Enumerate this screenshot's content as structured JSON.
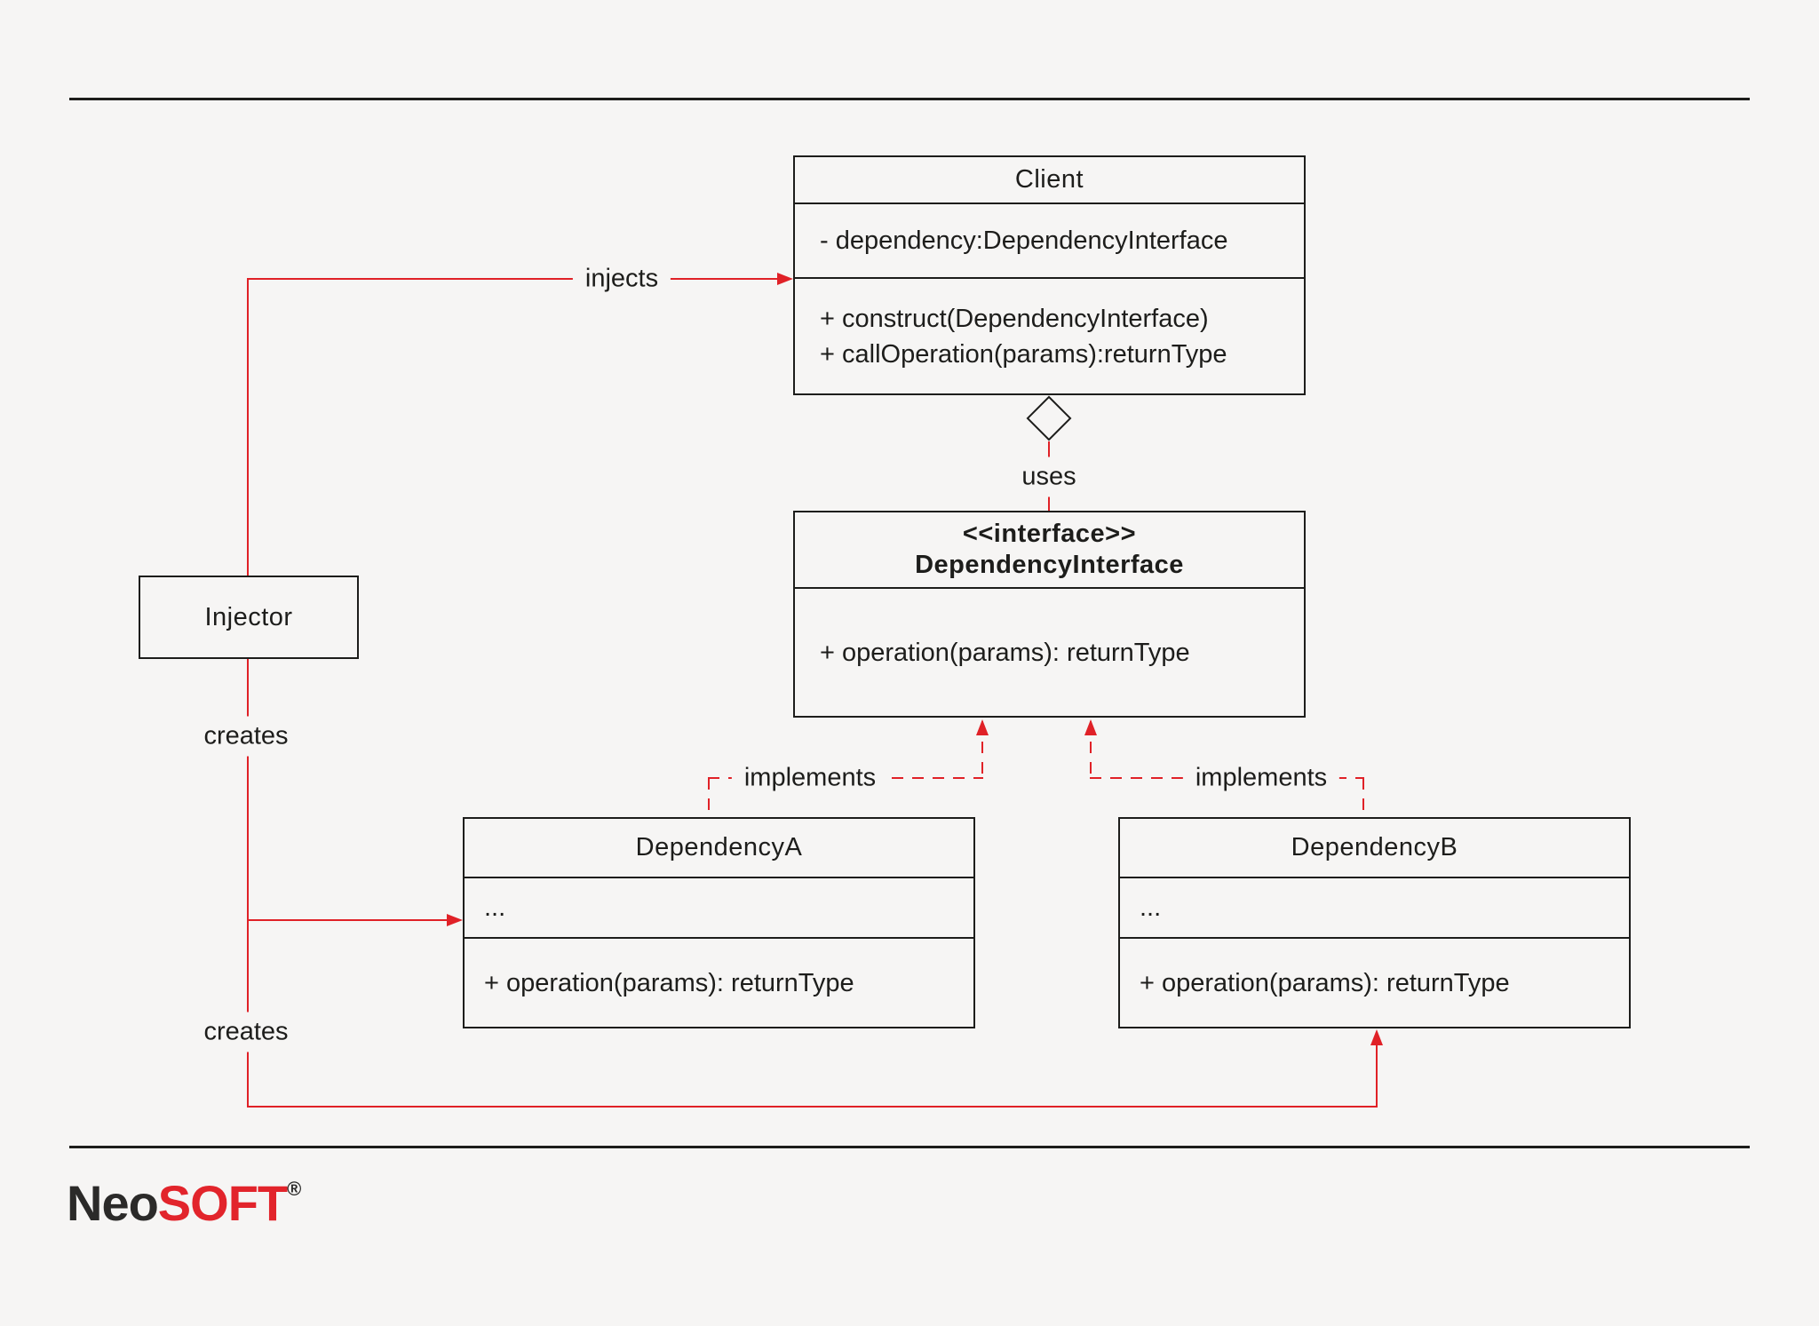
{
  "colors": {
    "background": "#f6f5f4",
    "ink": "#1d1d1b",
    "connector_red": "#e02127",
    "logo_black": "#2b2a29",
    "logo_red": "#e2242b"
  },
  "boxes": {
    "client": {
      "title": "Client",
      "attributes": [
        "- dependency:DependencyInterface"
      ],
      "methods": [
        "+ construct(DependencyInterface)",
        "+ callOperation(params):returnType"
      ]
    },
    "interface": {
      "stereotype": "<<interface>>",
      "name": "DependencyInterface",
      "methods": [
        "+ operation(params): returnType"
      ]
    },
    "injector": {
      "title": "Injector"
    },
    "dependency_a": {
      "title": "DependencyA",
      "attributes": [
        "..."
      ],
      "methods": [
        "+ operation(params): returnType"
      ]
    },
    "dependency_b": {
      "title": "DependencyB",
      "attributes": [
        "..."
      ],
      "methods": [
        "+ operation(params): returnType"
      ]
    }
  },
  "edges": {
    "injects": {
      "label": "injects",
      "from": "Injector",
      "to": "Client",
      "style": "solid-arrow"
    },
    "uses": {
      "label": "uses",
      "from": "Client",
      "to": "DependencyInterface",
      "style": "aggregation-diamond"
    },
    "creates_a": {
      "label": "creates",
      "from": "Injector",
      "to": "DependencyA",
      "style": "solid-arrow"
    },
    "creates_b": {
      "label": "creates",
      "from": "Injector",
      "to": "DependencyB",
      "style": "solid-arrow"
    },
    "implements_a": {
      "label": "implements",
      "from": "DependencyA",
      "to": "DependencyInterface",
      "style": "dashed-arrow"
    },
    "implements_b": {
      "label": "implements",
      "from": "DependencyB",
      "to": "DependencyInterface",
      "style": "dashed-arrow"
    }
  },
  "footer": {
    "logo": {
      "black": "Neo",
      "red": "SOFT",
      "registered": "®"
    }
  }
}
